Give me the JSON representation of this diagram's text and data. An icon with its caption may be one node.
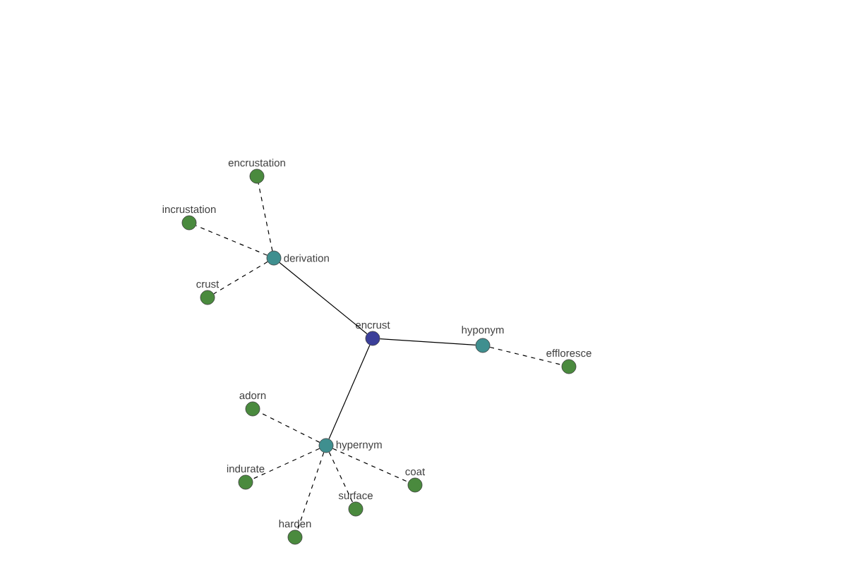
{
  "diagram": {
    "nodes": [
      {
        "text": [
          "encrust"
        ]
      },
      {
        "text": [
          "derivation"
        ]
      },
      {
        "text": [
          "hyponym"
        ]
      },
      {
        "text": [
          "hypernym"
        ]
      },
      {
        "text": [
          "encrustation"
        ]
      },
      {
        "text": [
          "incrustation"
        ]
      },
      {
        "text": [
          "crust"
        ]
      },
      {
        "text": [
          "effloresce"
        ]
      },
      {
        "text": [
          "adorn"
        ]
      },
      {
        "text": [
          "indurate"
        ]
      },
      {
        "text": [
          "harden"
        ]
      },
      {
        "text": [
          "surface"
        ]
      },
      {
        "text": [
          "coat"
        ]
      }
    ],
    "edges": [
      {
        "from": 0,
        "to": 1,
        "arrow": "none"
      },
      {
        "from": 0,
        "to": 2,
        "arrow": "none"
      },
      {
        "from": 0,
        "to": 3,
        "arrow": "none"
      },
      {
        "from": 1,
        "to": 4,
        "arrow": "none",
        "style": "dashed"
      },
      {
        "from": 1,
        "to": 5,
        "arrow": "none",
        "style": "dashed"
      },
      {
        "from": 1,
        "to": 6,
        "arrow": "none",
        "style": "dashed"
      },
      {
        "from": 2,
        "to": 7,
        "arrow": "none",
        "style": "dashed"
      },
      {
        "from": 3,
        "to": 8,
        "arrow": "none",
        "style": "dashed"
      },
      {
        "from": 3,
        "to": 9,
        "arrow": "none",
        "style": "dashed"
      },
      {
        "from": 3,
        "to": 10,
        "arrow": "none",
        "style": "dashed"
      },
      {
        "from": 3,
        "to": 11,
        "arrow": "none",
        "style": "dashed"
      },
      {
        "from": 3,
        "to": 12,
        "arrow": "none",
        "style": "dashed"
      }
    ]
  }
}
